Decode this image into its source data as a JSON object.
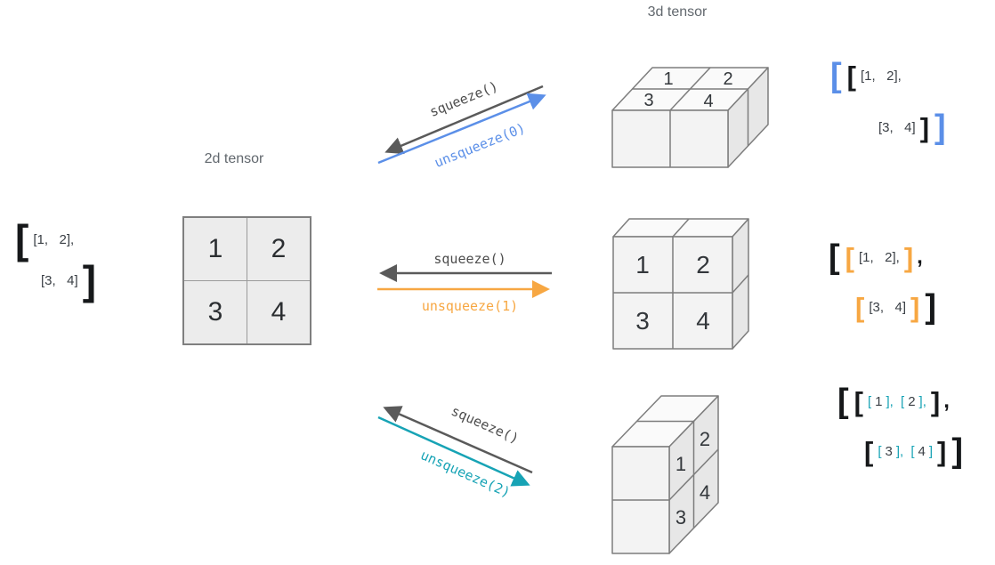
{
  "titles": {
    "tensor_2d": "2d tensor",
    "tensor_3d": "3d tensor"
  },
  "colors": {
    "blue": "#5b8fe8",
    "orange": "#f7a742",
    "teal": "#17a3b5",
    "arrow_gray": "#5a5a5a"
  },
  "arrows": {
    "row1": {
      "squeeze": "squeeze()",
      "unsqueeze": "unsqueeze(0)"
    },
    "row2": {
      "squeeze": "squeeze()",
      "unsqueeze": "unsqueeze(1)"
    },
    "row3": {
      "squeeze": "squeeze()",
      "unsqueeze": "unsqueeze(2)"
    }
  },
  "grid_2d": {
    "values": [
      "1",
      "2",
      "3",
      "4"
    ]
  },
  "cubes": {
    "row1": {
      "orientation": "top-face",
      "values": [
        "1",
        "2",
        "3",
        "4"
      ]
    },
    "row2": {
      "orientation": "front-face",
      "values": [
        "1",
        "2",
        "3",
        "4"
      ]
    },
    "row3": {
      "orientation": "side-face",
      "values": [
        "1",
        "2",
        "3",
        "4"
      ]
    }
  },
  "notations": {
    "left": {
      "line1": [
        {
          "t": "[",
          "k": "b1 dark"
        },
        {
          "t": "[1,   2],",
          "k": "sm"
        }
      ],
      "line2": [
        {
          "t": "[3,   4]",
          "k": "sm"
        },
        {
          "t": "]",
          "k": "b1 dark"
        }
      ]
    },
    "right1": {
      "line1": [
        {
          "t": "[",
          "k": "b2 blue"
        },
        {
          "t": "[",
          "k": "b3 dark"
        },
        {
          "t": "[1,   2],",
          "k": "sm"
        }
      ],
      "line2": [
        {
          "t": "[3,   4]",
          "k": "sm"
        },
        {
          "t": "]",
          "k": "b3 dark"
        },
        {
          "t": "]",
          "k": "b2 blue"
        }
      ]
    },
    "right2": {
      "line1": [
        {
          "t": "[",
          "k": "b2 dark"
        },
        {
          "t": "[",
          "k": "b3 orange"
        },
        {
          "t": "[1,   2],",
          "k": "sm"
        },
        {
          "t": "]",
          "k": "b3 orange"
        },
        {
          "t": ",",
          "k": "bc dark"
        }
      ],
      "line2": [
        {
          "t": "[",
          "k": "b3 orange"
        },
        {
          "t": "[3,   4]",
          "k": "sm"
        },
        {
          "t": "]",
          "k": "b3 orange"
        },
        {
          "t": "]",
          "k": "b2 dark"
        }
      ]
    },
    "right3": {
      "line1": [
        {
          "t": "[",
          "k": "b2 dark"
        },
        {
          "t": "[",
          "k": "b3 dark"
        },
        {
          "t": "[",
          "k": "sm teal"
        },
        {
          "t": "1",
          "k": "sm"
        },
        {
          "t": "], ",
          "k": "sm teal"
        },
        {
          "t": "[",
          "k": "sm teal"
        },
        {
          "t": "2",
          "k": "sm"
        },
        {
          "t": "],",
          "k": "sm teal"
        },
        {
          "t": "]",
          "k": "b3 dark"
        },
        {
          "t": ",",
          "k": "bc dark"
        }
      ],
      "line2": [
        {
          "t": "[",
          "k": "b3 dark"
        },
        {
          "t": "[",
          "k": "sm teal"
        },
        {
          "t": "3",
          "k": "sm"
        },
        {
          "t": "], ",
          "k": "sm teal"
        },
        {
          "t": "[",
          "k": "sm teal"
        },
        {
          "t": "4",
          "k": "sm"
        },
        {
          "t": "]",
          "k": "sm teal"
        },
        {
          "t": "]",
          "k": "b3 dark"
        },
        {
          "t": "]",
          "k": "b2 dark"
        }
      ]
    }
  }
}
